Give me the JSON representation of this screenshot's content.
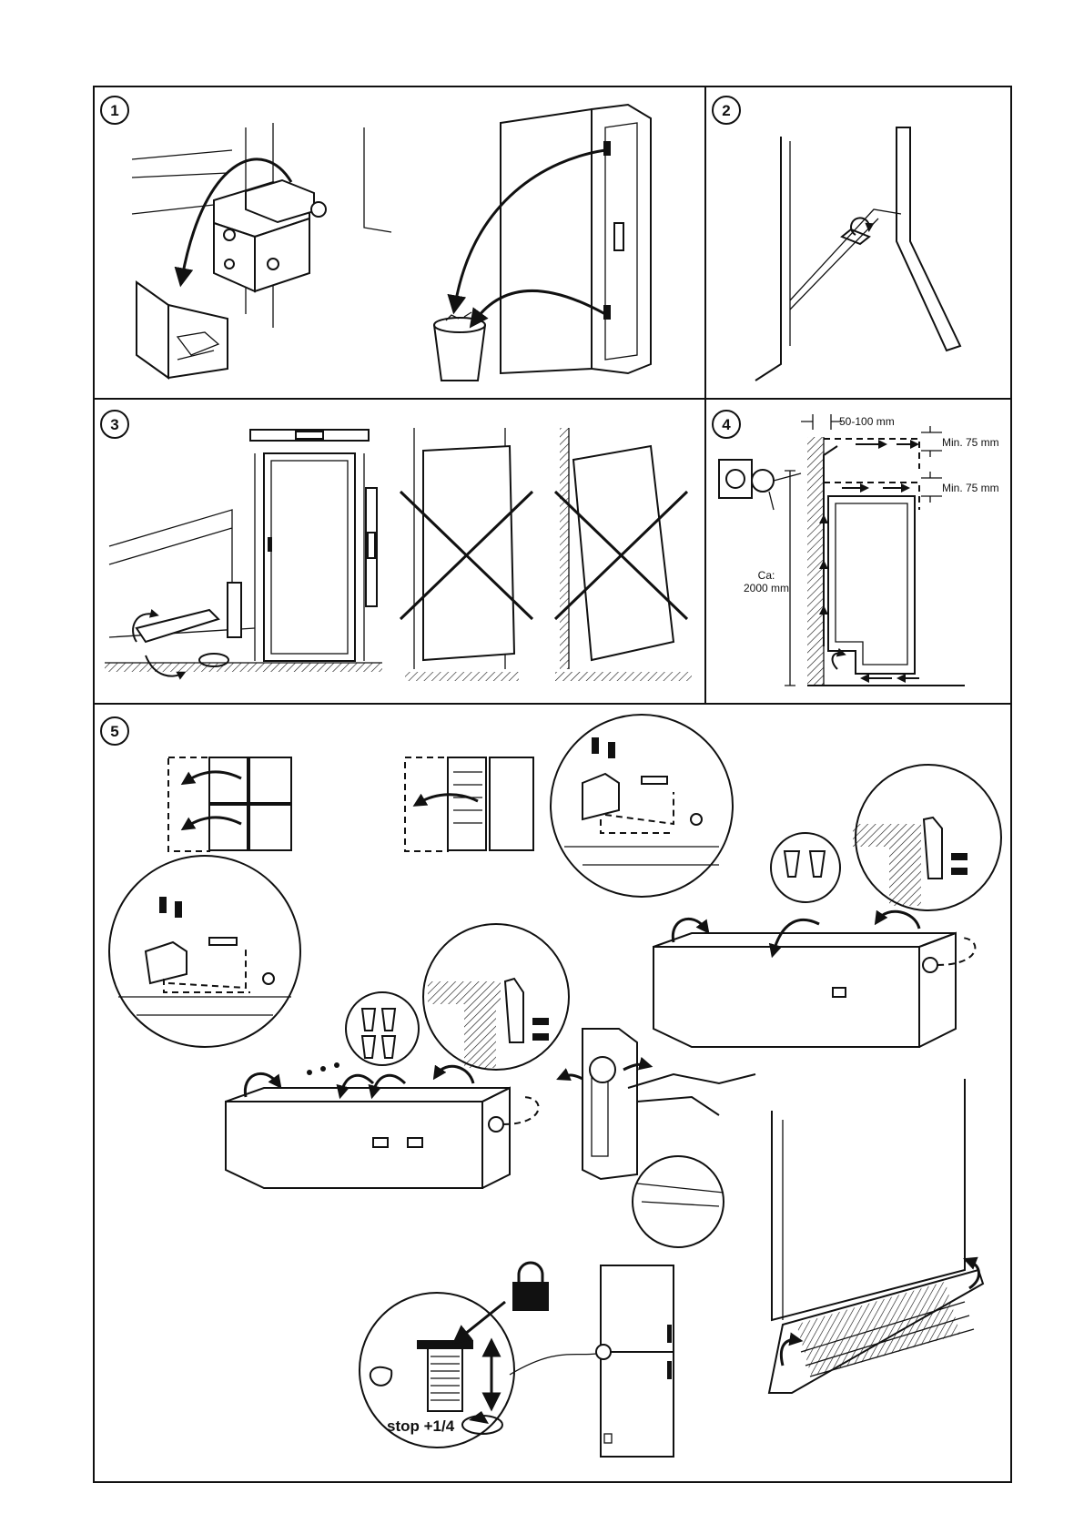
{
  "steps": [
    {
      "number": "1"
    },
    {
      "number": "2"
    },
    {
      "number": "3"
    },
    {
      "number": "4"
    },
    {
      "number": "5"
    }
  ],
  "clearance": {
    "gap_label": "50-100 mm",
    "top_label_1": "Min. 75 mm",
    "top_label_2": "Min. 75 mm",
    "height_label_1": "Ca:",
    "height_label_2": "2000 mm"
  },
  "adjustment": {
    "stop_label": "stop +1/4"
  },
  "icons": [
    "arrow-icon",
    "lock-icon",
    "cross-icon",
    "spirit-level-icon",
    "power-socket-icon",
    "wastebin-icon",
    "screw-icon",
    "adjustment-arrow-icon"
  ],
  "colors": {
    "ink": "#111111",
    "paper": "#ffffff"
  }
}
